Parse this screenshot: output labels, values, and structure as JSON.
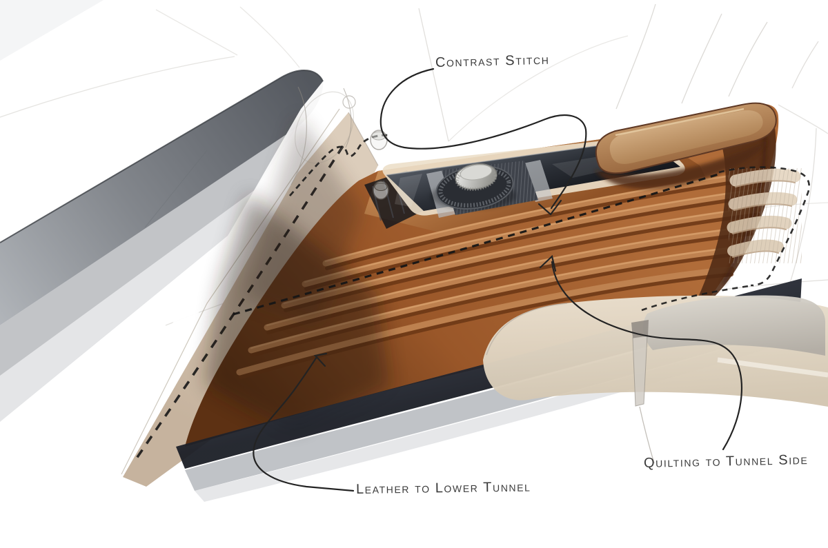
{
  "scene": {
    "description": "Hand-drawn automotive interior design sketch of a centre console tunnel in cognac leather with quilted ribs, dark trim panel and rotary controller",
    "background": "#FFFFFF"
  },
  "annotations": {
    "contrast_stitch": "Contrast Stitch",
    "leather_lower_tunnel": "Leather to Lower Tunnel",
    "quilting_tunnel_side": "Quilting to Tunnel Side"
  },
  "colors": {
    "leather_base": "#A15D2E",
    "leather_highlight": "#C58A54",
    "leather_shadow": "#6B3715",
    "leather_deep": "#4F2A15",
    "trim_panel_dark": "#15171C",
    "trim_panel_light": "#51575F",
    "dashboard_gray": "#565A60",
    "door_trim_beige": "#D8C9B7",
    "seat_beige": "#E4D9C8",
    "seat_gray": "#C6C1B9",
    "tunnel_navy": "#252933",
    "stitch_ink": "#1B1B1B",
    "annotation_ink": "#2B2B2B"
  }
}
